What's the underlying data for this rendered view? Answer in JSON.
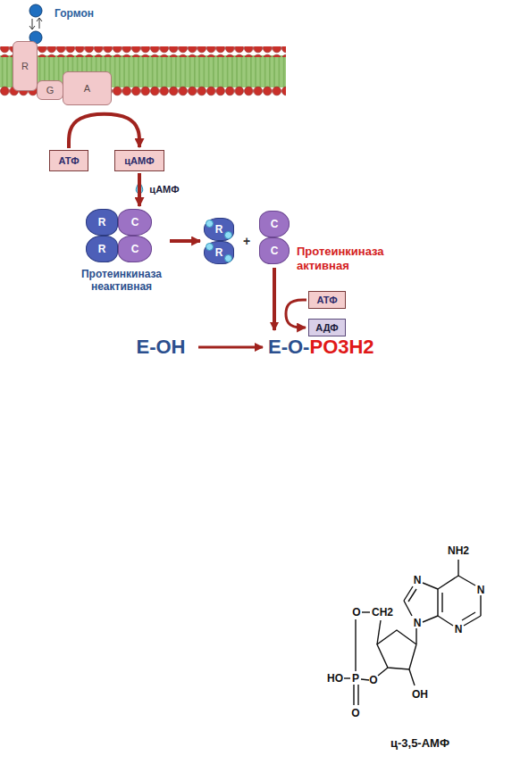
{
  "diagram": {
    "nodes": [
      {
        "text": [
          "R"
        ]
      },
      {
        "text": [
          "G"
        ]
      },
      {
        "text": [
          "A"
        ]
      },
      {
        "text": [
          "АТФ"
        ]
      },
      {
        "text": [
          "цАМФ"
        ]
      },
      {
        "text": [
          "Протеинкиназа неактивная"
        ]
      },
      {
        "text": [
          "R"
        ],
        "in": 5
      },
      {
        "text": [
          "C"
        ],
        "in": 5
      },
      {
        "text": [
          "R"
        ],
        "in": 5
      },
      {
        "text": [
          "C"
        ],
        "in": 5
      },
      {
        "text": [
          "R"
        ]
      },
      {
        "text": [
          "R"
        ]
      },
      {
        "text": [
          "Протеинкиназа активная"
        ]
      },
      {
        "text": [
          "C"
        ],
        "in": 12
      },
      {
        "text": [
          "C"
        ],
        "in": 12
      },
      {
        "text": [
          "АТФ"
        ]
      },
      {
        "text": [
          "АДФ"
        ]
      }
    ],
    "edges": [
      {
        "from": 3,
        "to": 4,
        "arrow": "to"
      },
      {
        "from": 4,
        "to": 5,
        "arrow": "to"
      },
      {
        "from": 5,
        "to": 10,
        "arrow": "to"
      },
      {
        "from": 15,
        "to": 16,
        "arrow": "to"
      }
    ],
    "labels": [
      "Гормон",
      "цАМФ",
      "+",
      "E-OH",
      "E-O-",
      "PO3H2",
      "NH2",
      "N",
      "N",
      "N",
      "N",
      "O",
      "CH2",
      "HO",
      "P",
      "O",
      "O",
      "OH",
      "ц-3,5-АМФ"
    ]
  }
}
